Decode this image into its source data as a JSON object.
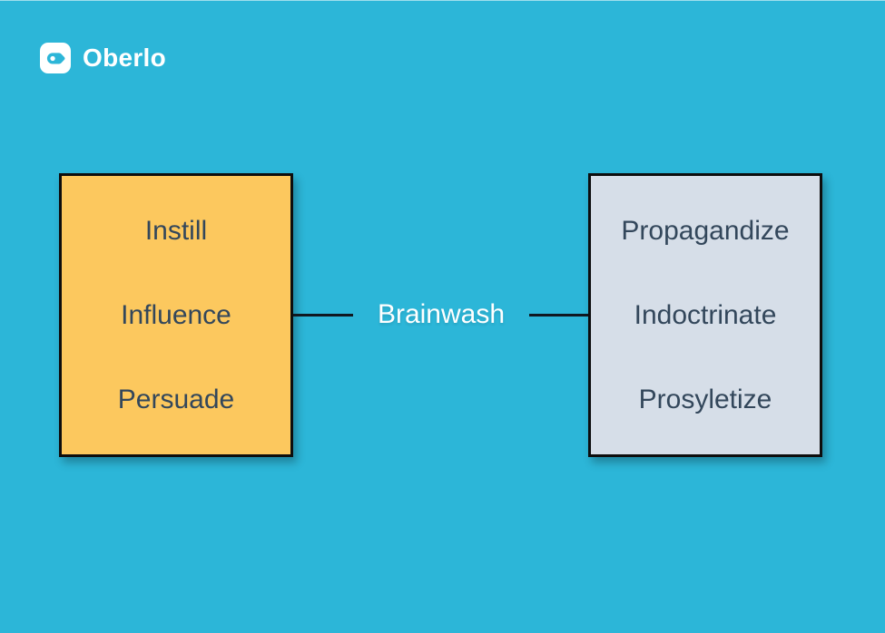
{
  "colors": {
    "background_teal": "#2CB6D8",
    "left_box_fill": "#FCC85E",
    "right_box_fill": "#D6DEE8",
    "word_text_navy": "#33475B",
    "box_border_black": "#0D0D0D",
    "connector_line": "#101820",
    "logo_and_center_text_white": "#FFFFFF"
  },
  "logo": {
    "brand": "Oberlo",
    "icon": "tag-icon"
  },
  "diagram": {
    "center_word": "Brainwash",
    "left_box": {
      "words": [
        "Instill",
        "Influence",
        "Persuade"
      ]
    },
    "right_box": {
      "words": [
        "Propagandize",
        "Indoctrinate",
        "Prosyletize"
      ]
    }
  }
}
